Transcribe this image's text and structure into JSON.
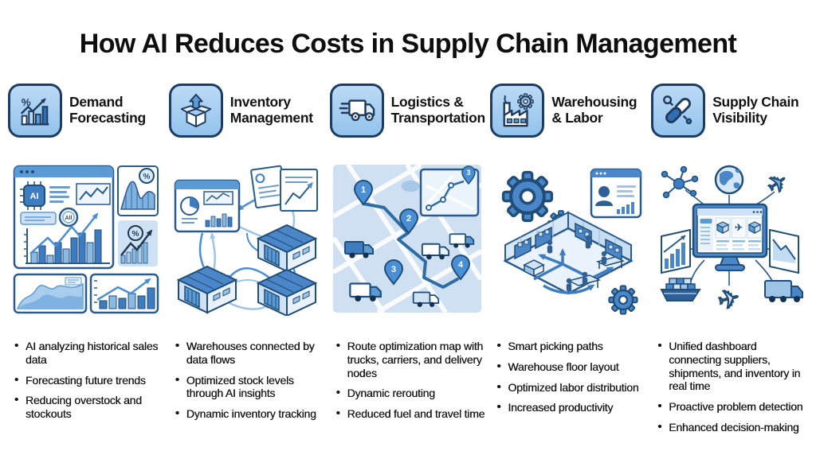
{
  "title": "How AI Reduces Costs in Supply Chain Management",
  "columns": [
    {
      "icon": "forecast-chart-icon",
      "label_line1": "Demand",
      "label_line2": "Forecasting",
      "bullets": [
        "AI analyzing historical sales data",
        "Forecasting future trends",
        "Reducing overstock and stockouts"
      ]
    },
    {
      "icon": "open-box-arrow-icon",
      "label_line1": "Inventory",
      "label_line2": "Management",
      "bullets": [
        "Warehouses connected by data flows",
        "Optimized stock levels through AI insights",
        "Dynamic inventory tracking"
      ]
    },
    {
      "icon": "delivery-truck-icon",
      "label_line1": "Logistics &",
      "label_line2": "Transportation",
      "bullets": [
        "Route optimization map with trucks, carriers, and delivery nodes",
        "Dynamic rerouting",
        "Reduced fuel and travel time"
      ]
    },
    {
      "icon": "factory-gear-icon",
      "label_line1": "Warehousing",
      "label_line2": "& Labor",
      "bullets": [
        "Smart picking paths",
        "Warehouse floor layout",
        "Optimized labor distribution",
        "Increased productivity"
      ]
    },
    {
      "icon": "chain-link-icon",
      "label_line1": "Supply Chain",
      "label_line2": "Visibility",
      "bullets": [
        "Unified dashboard connecting suppliers, shipments, and inventory in real time",
        "Proactive problem detection",
        "Enhanced decision-making"
      ]
    }
  ],
  "illustrations": {
    "demand": {
      "chip_label": "AI",
      "gauge_label": "All",
      "percent": "%"
    },
    "logistics": {
      "pin1": "1",
      "pin2": "2",
      "pin3": "3",
      "pin4": "4",
      "inset_pin": "3"
    }
  },
  "colors": {
    "outline_dark": "#1f4e79",
    "mid_blue": "#4a86c8",
    "sky_blue": "#5b9bd5",
    "light_blue": "#9dc3e6",
    "pale_blue": "#cfe2f5",
    "panel_blue": "#eaf3fb",
    "map_bg": "#cfe0f2",
    "icon_box_fill": "#a9d1f1",
    "icon_box_border": "#1c3c61",
    "text": "#141414"
  }
}
